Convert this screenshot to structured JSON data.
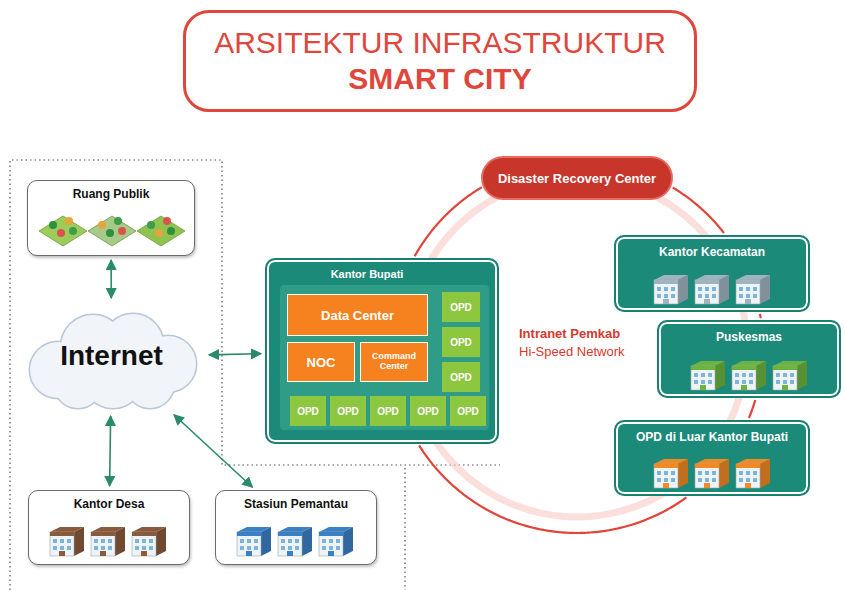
{
  "diagram": {
    "title": "ARSITEKTUR INFRASTRUKTUR SMART CITY",
    "nodes": [
      {
        "text": [
          "Ruang Publik"
        ]
      },
      {
        "text": [
          "Internet"
        ]
      },
      {
        "text": [
          "Kantor Desa"
        ]
      },
      {
        "text": [
          "Stasiun Pemantau"
        ]
      },
      {
        "text": [
          "Kantor Bupati"
        ]
      },
      {
        "text": [
          "Data Center"
        ],
        "in": 4
      },
      {
        "text": [
          "NOC"
        ],
        "in": 4
      },
      {
        "text": [
          "Command Center"
        ],
        "in": 4
      },
      {
        "text": [
          "OPD"
        ],
        "in": 4
      },
      {
        "text": [
          "OPD"
        ],
        "in": 4
      },
      {
        "text": [
          "OPD"
        ],
        "in": 4
      },
      {
        "text": [
          "OPD"
        ],
        "in": 4
      },
      {
        "text": [
          "OPD"
        ],
        "in": 4
      },
      {
        "text": [
          "OPD"
        ],
        "in": 4
      },
      {
        "text": [
          "OPD"
        ],
        "in": 4
      },
      {
        "text": [
          "OPD"
        ],
        "in": 4
      },
      {
        "text": [
          "Disaster Recovery Center"
        ]
      },
      {
        "text": [
          "Kantor Kecamatan"
        ]
      },
      {
        "text": [
          "Puskesmas"
        ]
      },
      {
        "text": [
          "OPD di Luar Kantor Bupati"
        ]
      }
    ],
    "edges": [
      {
        "from": 0,
        "to": 1,
        "arrow": "both"
      },
      {
        "from": 1,
        "to": 4,
        "arrow": "both"
      },
      {
        "from": 1,
        "to": 2,
        "arrow": "both"
      },
      {
        "from": 1,
        "to": 3,
        "arrow": "both"
      },
      {
        "from": 4,
        "to": 16,
        "arrow": "none"
      },
      {
        "from": 16,
        "to": 17,
        "arrow": "none"
      },
      {
        "from": 17,
        "to": 18,
        "arrow": "none"
      },
      {
        "from": 18,
        "to": 19,
        "arrow": "none"
      },
      {
        "from": 19,
        "to": 4,
        "arrow": "none"
      }
    ],
    "labels": [
      "Intranet Pemkab",
      "Hi-Speed Network"
    ]
  }
}
